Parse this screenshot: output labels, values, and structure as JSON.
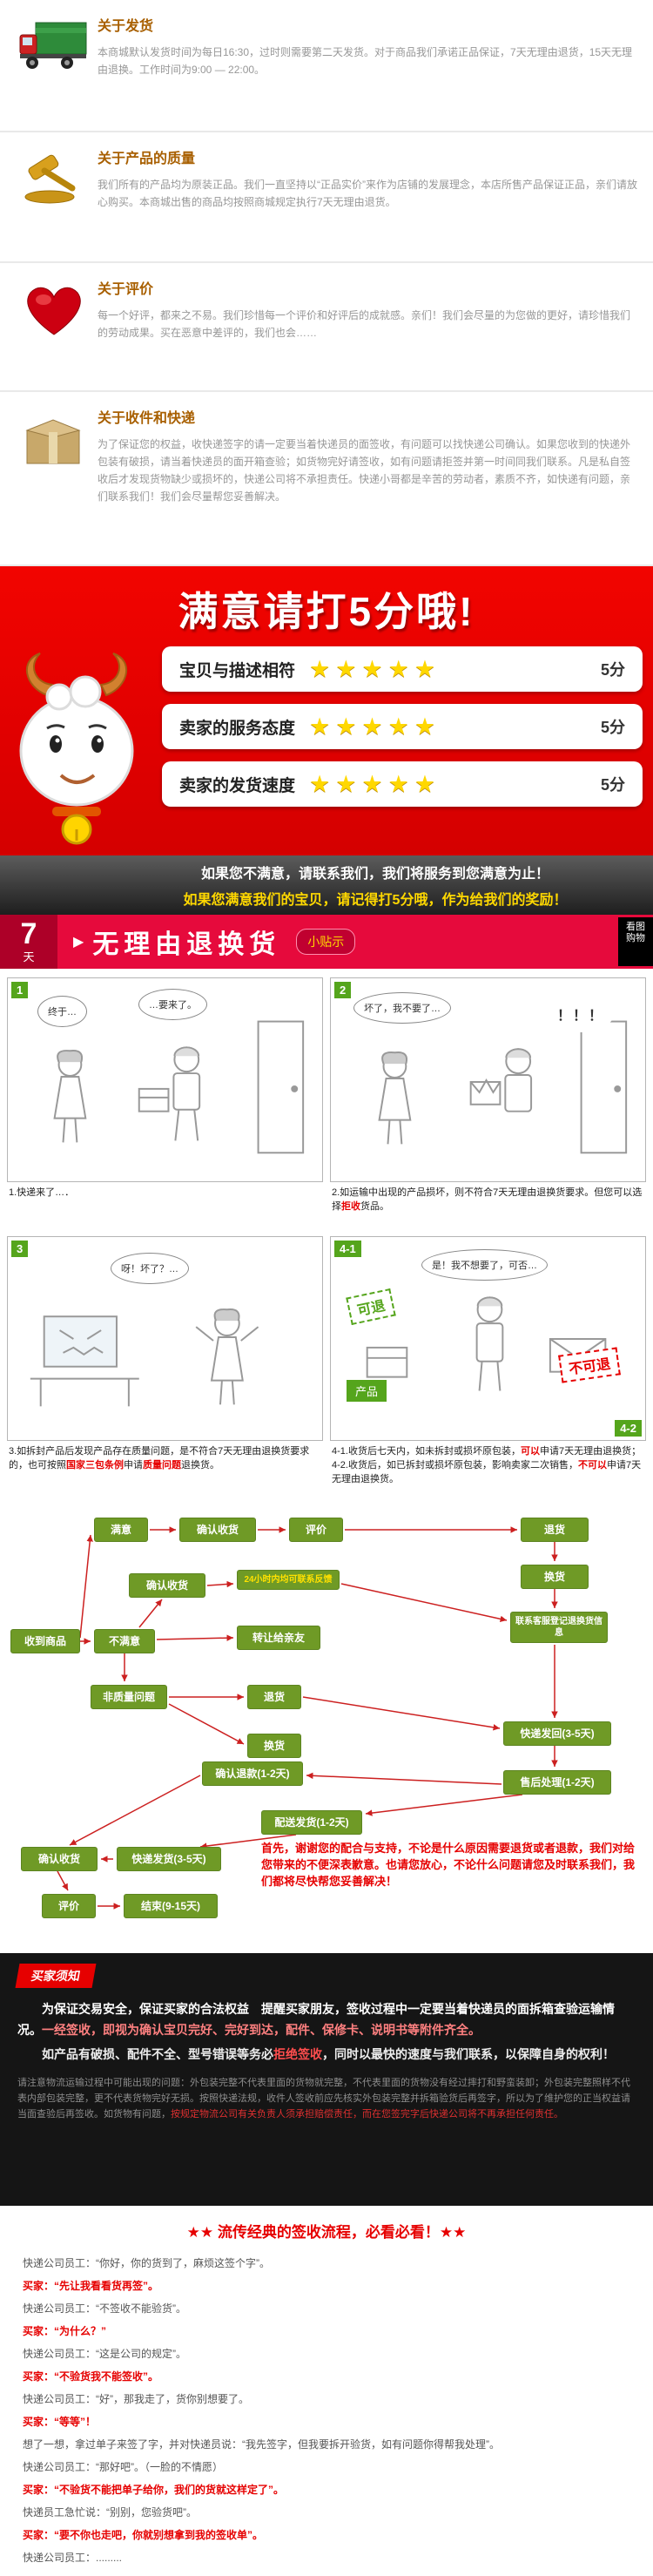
{
  "colors": {
    "accent_red": "#e60012",
    "banner_rose": "#e60a3c",
    "node_green": "#6f9a26",
    "star_gold": "#ffd800",
    "title_brown": "#a85f00"
  },
  "info_sections": [
    {
      "title": "关于发货",
      "icon": "truck-icon",
      "body": "本商城默认发货时间为每日16:30，过时则需要第二天发货。对于商品我们承诺正品保证，7天无理由退货，15天无理由退换。工作时间为9:00 — 22:00。"
    },
    {
      "title": "关于产品的质量",
      "icon": "gavel-icon",
      "body": "我们所有的产品均为原装正品。我们一直坚持以“正品实价”来作为店铺的发展理念，本店所售产品保证正品，亲们请放心购买。本商城出售的商品均按照商城规定执行7天无理由退货。"
    },
    {
      "title": "关于评价",
      "icon": "heart-icon",
      "body": "每一个好评，都来之不易。我们珍惜每一个评价和好评后的成就感。亲们！我们会尽量的为您做的更好，请珍惜我们的劳动成果。买在恶意中差评的，我们也会……"
    },
    {
      "title": "关于收件和快递",
      "icon": "package-icon",
      "body": "为了保证您的权益，收快递签字的请一定要当着快递员的面签收，有问题可以找快递公司确认。如果您收到的快递外包装有破损，请当着快递员的面开箱查验；如货物完好请签收，如有问题请拒签并第一时间同我们联系。凡是私自签收后才发现货物缺少或损坏的，快递公司将不承担责任。快递小哥都是辛苦的劳动者，素质不齐，如快递有问题，亲们联系我们！我们会尽量帮您妥善解决。"
    }
  ],
  "rating_banner": {
    "title": "满意请打5分哦!",
    "rows": [
      {
        "label": "宝贝与描述相符",
        "stars": "★★★★★",
        "score": "5分"
      },
      {
        "label": "卖家的服务态度",
        "stars": "★★★★★",
        "score": "5分"
      },
      {
        "label": "卖家的发货速度",
        "stars": "★★★★★",
        "score": "5分"
      }
    ]
  },
  "promise_strip": {
    "line1": "如果您不满意，请联系我们，我们将服务到您满意为止！",
    "line2": "如果您满意我们的宝贝，请记得打5分哦，作为给我们的奖励！"
  },
  "return_banner": {
    "day_number": "7",
    "day_unit": "天",
    "arrow_glyph": "▶",
    "title": "无理由退换货",
    "badge": "小贴示",
    "corner": "看图购物"
  },
  "comic": {
    "panels": [
      {
        "num": "1",
        "bubble1": "终于…",
        "bubble2": "…要来了。",
        "cap": {
          "s0": "1.快递来了…．",
          "s1": "",
          "s2": "",
          "s3": "",
          "s4": ""
        }
      },
      {
        "num": "2",
        "bubble1": "坏了，我不要了…",
        "bubble2": "！！！",
        "cap": {
          "s0": "2.如运输中出现的产品损坏，则不符合7天无理由退换货要求。但您可以选择",
          "s1": "拒收",
          "s2": "货品。",
          "s3": "",
          "s4": ""
        }
      },
      {
        "num": "3",
        "bubble1": "呀！坏了？…",
        "cap": {
          "s0": "3.如拆封产品后发现产品存在质量问题，是不符合7天无理由退换货要求的，也可按照",
          "s1": "国家三包条例",
          "s2": "申请",
          "s3": "质量问题",
          "s4": "退换货。"
        }
      },
      {
        "num": "4-1",
        "num2": "4-2",
        "bubble1": "是！我不想要了，可否…",
        "tag_ok": "可退",
        "tag_no": "不可退",
        "tag_product": "产品",
        "cap": {
          "s0": "4-1.收货后七天内，如未拆封或损坏原包装，",
          "s1": "可以",
          "s2": "申请7天无理由退换货；4-2.收货后，如已拆封或损坏原包装，影响卖家二次销售，",
          "s3": "不可以",
          "s4": "申请7天无理由退换货。"
        }
      }
    ]
  },
  "flow": {
    "nodes": [
      {
        "label": "收到商品"
      },
      {
        "label": "满意"
      },
      {
        "label": "确认收货"
      },
      {
        "label": "评价"
      },
      {
        "label": "确认收货"
      },
      {
        "label": "24小时内均可联系反馈"
      },
      {
        "label": "不满意"
      },
      {
        "label": "转让给亲友"
      },
      {
        "label": "非质量问题"
      },
      {
        "label": "退货"
      },
      {
        "label": "换货"
      },
      {
        "label": "退货"
      },
      {
        "label": "换货"
      },
      {
        "label": "联系客服登记退换货信息"
      },
      {
        "label": "快递发回(3-5天)"
      },
      {
        "label": "售后处理(1-2天)"
      },
      {
        "label": "确认退款(1-2天)"
      },
      {
        "label": "配送发货(1-2天)"
      },
      {
        "label": "确认收货"
      },
      {
        "label": "快递发货(3-5天)"
      },
      {
        "label": "评价"
      },
      {
        "label": "结束(9-15天)"
      }
    ],
    "note": "首先，谢谢您的配合与支持，不论是什么原因需要退货或者退款，我们对给您带来的不便深表歉意。也请您放心，不论什么问题请您及时联系我们，我们都将尽快帮您妥善解决！"
  },
  "buyer_notice": {
    "badge": "买家须知",
    "p1": {
      "s0": "　　为保证交易安全，保证买家的合法权益　提醒买家朋友，签收过程中一定要当着快递员的面拆箱查验运输情况。",
      "s1": "一经签收，即视为确认宝贝完好、完好到达，配件、保修卡、说明书等附件齐全。"
    },
    "p2": {
      "s0": "　　如产品有破损、配件不全、型号错误等务必",
      "s1": "拒绝签收",
      "s2": "，同时以最快的速度与我们联系，以保障自身的权利！"
    },
    "p3": {
      "s0": "请注意物流运输过程中可能出现的问题：",
      "s1": "外包装完整不代表里面的货物就完整，不代表里面的货物没有经过摔打和野蛮装卸；外包装完整照样不代表内部包装完整，更不代表货物完好无损。按照快递法规，收件人签收前应先核实外包装完整并拆箱验货后再签字，所以为了维护您的正当权益请当面查验后再签收。如货物有问题，",
      "s2": "按规定物流公司有关负责人须承担赔偿责任，而在您签完字后快递公司将不再承担任何责任。"
    }
  },
  "sign_flow": {
    "heading": "★★ 流传经典的签收流程，必看必看！★★",
    "lines": [
      "快递公司员工：“你好，你的货到了，麻烦这签个字”。",
      "买家：“先让我看看货再签”。",
      "快递公司员工：“不签收不能验货”。",
      "买家：“为什么？”",
      "快递公司员工：“这是公司的规定”。",
      "买家：“不验货我不能签收”。",
      "快递公司员工：“好”，那我走了，货你别想要了。",
      "买家：“等等”！",
      "想了一想，拿过单子来签了字，并对快递员说：“我先签字，但我要拆开验货，如有问题你得帮我处理”。",
      "快递公司员工：“那好吧”。（一脸的不情愿）",
      "买家：“不验货不能把单子给你，我们的货就这样定了”。",
      "快递员工急忙说：“别别，您验货吧”。",
      "买家：“要不你也走吧，你就别想拿到我的签收单”。",
      "快递公司员工：........."
    ]
  }
}
